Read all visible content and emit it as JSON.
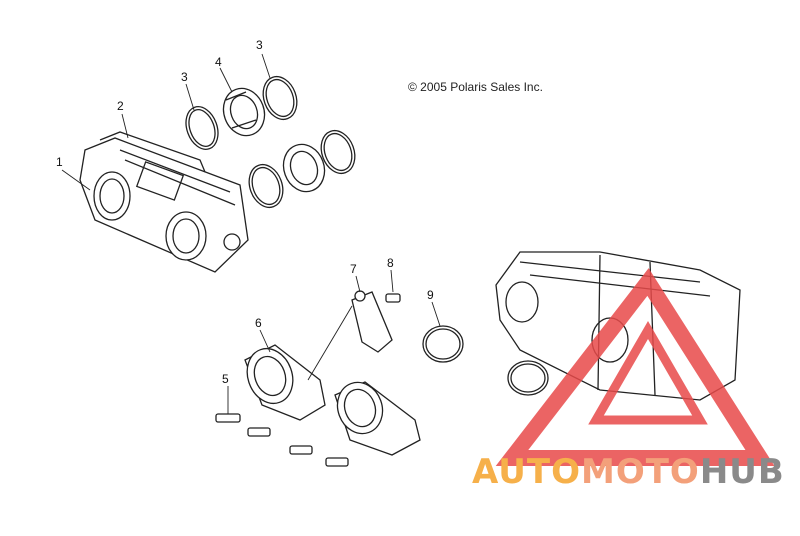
{
  "copyright": "© 2005 Polaris Sales Inc.",
  "callouts": [
    "1",
    "2",
    "3",
    "4",
    "3",
    "7",
    "8",
    "9",
    "6",
    "5"
  ],
  "watermark": {
    "part1": "AUTO",
    "part2": "MOTO",
    "part3": "HUB"
  },
  "colors": {
    "watermark_red": "#e84a4a",
    "watermark_yellow": "#f6b04a",
    "watermark_gray": "#8a8a8a"
  }
}
